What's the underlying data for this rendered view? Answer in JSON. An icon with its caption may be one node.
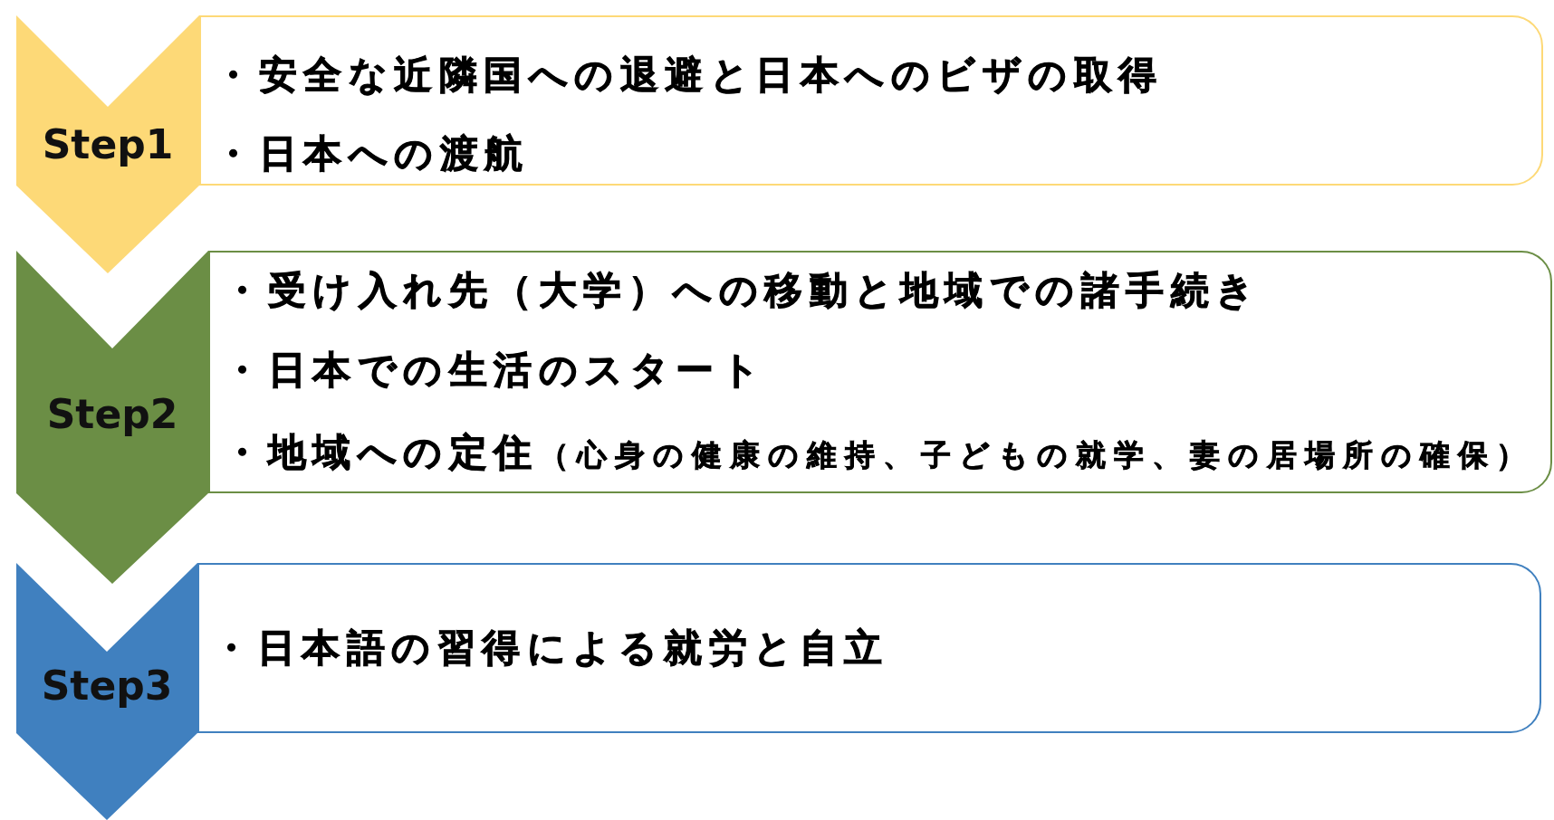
{
  "diagram": {
    "nodes": [
      {
        "text": [
          "Step1"
        ]
      },
      {
        "text": [
          "・安全な近隣国への退避と日本へのビザの取得",
          "・日本への渡航"
        ]
      },
      {
        "text": [
          "Step2"
        ]
      },
      {
        "text": [
          "・受け入れ先（大学）への移動と地域での諸手続き",
          "・日本での生活のスタート",
          "・地域への定住",
          "（心身の健康の維持、子どもの就学、妻の居場所の確保）"
        ]
      },
      {
        "text": [
          "Step3"
        ]
      },
      {
        "text": [
          "・日本語の習得による就労と自立"
        ]
      }
    ]
  }
}
